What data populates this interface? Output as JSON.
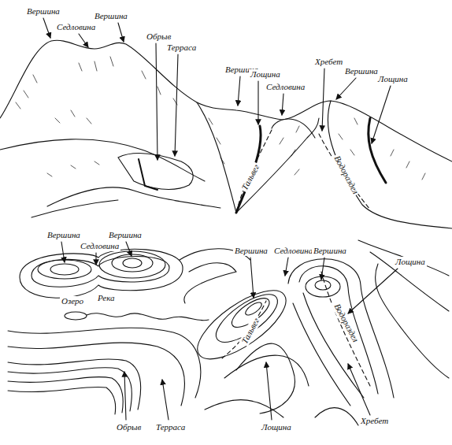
{
  "diagram": {
    "labels": [
      "Вершина",
      "Вершина",
      "Седловина",
      "Обрыв",
      "Терраса",
      "Вершина",
      "Лощина",
      "Седловина",
      "Хребет",
      "Вершина",
      "Лощина",
      "Тальвег",
      "Водораздел",
      "Вершина",
      "Седловина",
      "Вершина",
      "Вершина",
      "Седловина",
      "Вершина",
      "Лощина",
      "Озеро",
      "Река",
      "Тальвег",
      "Водораздел",
      "Обрыв",
      "Терраса",
      "Лощина",
      "Хребет"
    ]
  }
}
